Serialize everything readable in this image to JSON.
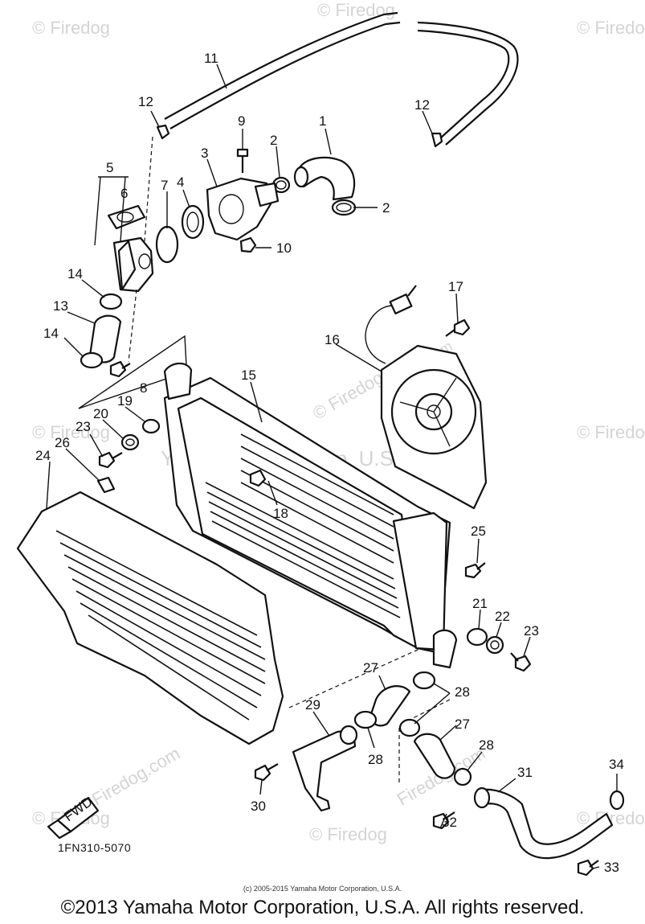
{
  "watermarks": {
    "site_mark": "© Firedog",
    "center_mark_1": "© Firedog.com",
    "center_mark_2": "Yamaha Motor Corp. U.S.A.",
    "corner_mark": "Firedog.com"
  },
  "diagram": {
    "code": "1FN310-5070",
    "direction_badge": "FWD",
    "callouts": [
      "1",
      "2",
      "2",
      "3",
      "4",
      "5",
      "6",
      "7",
      "8",
      "9",
      "10",
      "11",
      "12",
      "12",
      "13",
      "14",
      "14",
      "15",
      "16",
      "17",
      "18",
      "19",
      "20",
      "21",
      "22",
      "23",
      "23",
      "24",
      "25",
      "26",
      "27",
      "27",
      "28",
      "28",
      "28",
      "29",
      "30",
      "31",
      "32",
      "33",
      "34"
    ]
  },
  "footer": {
    "small_copyright": "(c) 2005-2015 Yamaha Motor Corporation, U.S.A.",
    "copyright": "©2013 Yamaha Motor Corporation, U.S.A. All rights reserved."
  }
}
